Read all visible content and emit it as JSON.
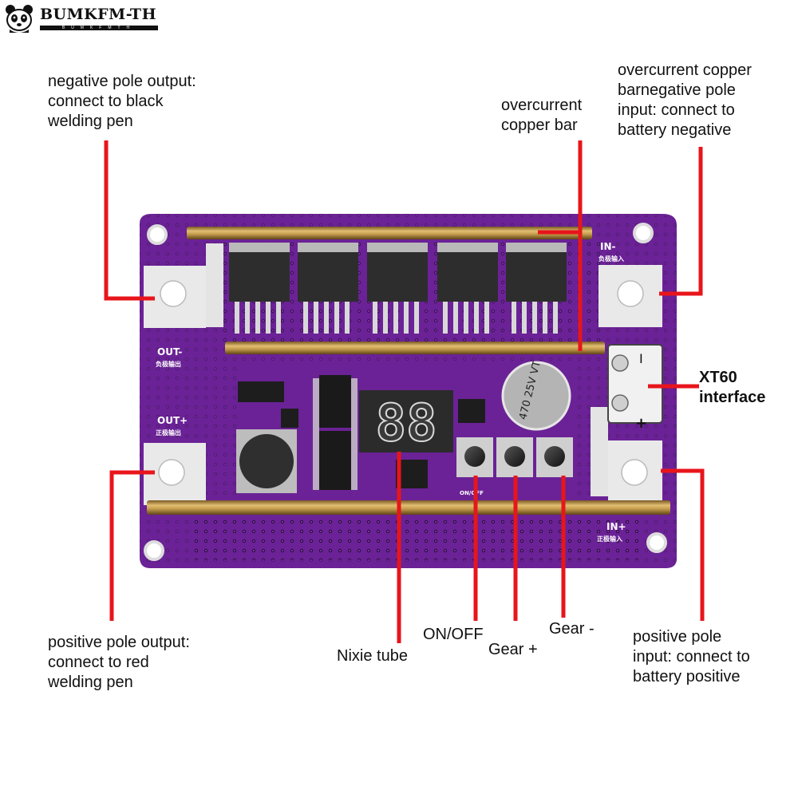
{
  "logo": {
    "brand": "BUMKFM-TH",
    "sub": "BUMKFMTH",
    "icon": "panda-icon"
  },
  "labels": {
    "neg_output": "negative pole output:\nconnect to black\nwelding pen",
    "overcurrent_bar": "overcurrent\ncopper bar",
    "overcurrent_neg_input": "overcurrent copper\nbarnegative pole\ninput: connect to\nbattery negative",
    "xt60": "XT60\ninterface",
    "pos_output": "positive pole output:\nconnect to red\nwelding pen",
    "nixie": "Nixie tube",
    "onoff": "ON/OFF",
    "gear_plus": "Gear +",
    "gear_minus": "Gear -",
    "pos_input": "positive pole\ninput: connect to\nbattery positive"
  },
  "board": {
    "silk_in_neg": "IN-",
    "silk_in_neg_cn": "负极输入",
    "silk_out_neg": "OUT-",
    "silk_out_neg_cn": "负极输出",
    "silk_out_pos": "OUT+",
    "silk_out_pos_cn": "正极输出",
    "silk_in_pos": "IN+",
    "silk_in_pos_cn": "正极输入",
    "silk_onoff": "ON/OFF",
    "capacitor_text": "470 25V VT",
    "xt60_minus": "I",
    "xt60_plus": "+",
    "display_digits": "88",
    "colors": {
      "pcb": "#6b2296",
      "pad": "#e9e9e9",
      "copper": "#c39a4c",
      "leader": "#e8151b"
    }
  }
}
